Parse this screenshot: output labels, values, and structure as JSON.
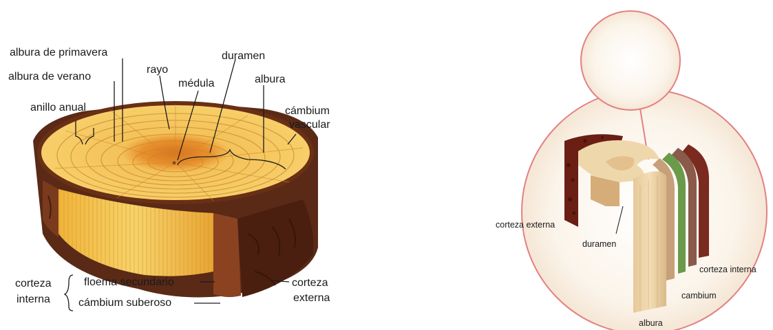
{
  "left_diagram": {
    "labels": {
      "albura_primavera": "albura de primavera",
      "albura_verano": "albura de verano",
      "anillo_anual": "anillo anual",
      "rayo": "rayo",
      "medula": "médula",
      "duramen": "duramen",
      "albura": "albura",
      "cambium_vascular_1": "cámbium",
      "cambium_vascular_2": "vascular",
      "corteza_interna_1": "corteza",
      "corteza_interna_2": "interna",
      "floema_secundario": "floema secundario",
      "cambium_suberoso": "cámbium suberoso",
      "corteza_externa_1": "corteza",
      "corteza_externa_2": "externa"
    }
  },
  "right_diagram": {
    "labels": {
      "corteza_externa": "corteza externa",
      "duramen": "duramen",
      "corteza_interna": "corteza interna",
      "cambium": "cambium",
      "albura": "albura"
    }
  },
  "colors": {
    "heartwood": "#e08a2a",
    "sapwood": "#f2b440",
    "bark": "#5a2a16",
    "circle_outline": "#e07a7a",
    "cambium_green": "#6a9a4a"
  }
}
